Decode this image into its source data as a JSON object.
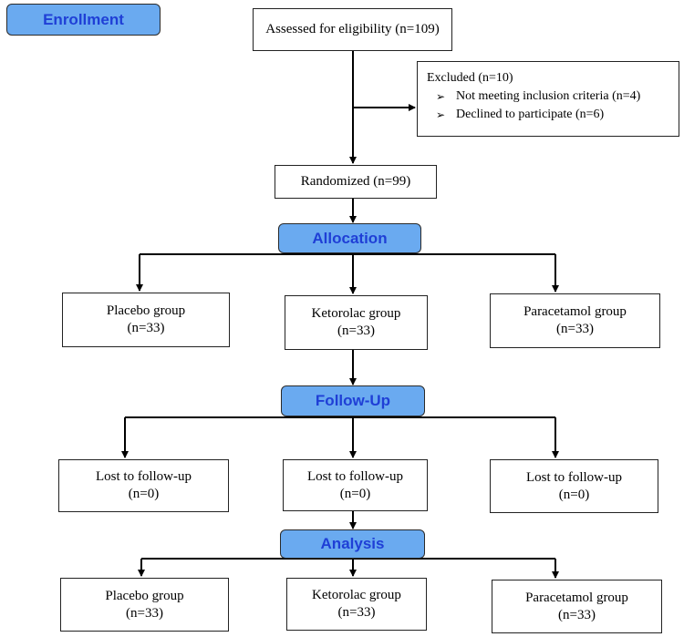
{
  "stages": {
    "enrollment": "Enrollment",
    "allocation": "Allocation",
    "follow_up": "Follow-Up",
    "analysis": "Analysis"
  },
  "assessed": "Assessed for eligibility (n=109)",
  "excluded": {
    "title": "Excluded (n=10)",
    "reasons": [
      "Not meeting inclusion criteria (n=4)",
      "Declined to participate (n=6)"
    ],
    "bullet": "➢"
  },
  "randomized": "Randomized (n=99)",
  "allocation_groups": [
    {
      "name": "Placebo group",
      "n": "(n=33)"
    },
    {
      "name": "Ketorolac group",
      "n": "(n=33)"
    },
    {
      "name": "Paracetamol group",
      "n": "(n=33)"
    }
  ],
  "followup_groups": [
    {
      "name": "Lost to follow-up",
      "n": "(n=0)"
    },
    {
      "name": "Lost to follow-up",
      "n": "(n=0)"
    },
    {
      "name": "Lost to follow-up",
      "n": "(n=0)"
    }
  ],
  "analysis_groups": [
    {
      "name": "Placebo group",
      "n": "(n=33)"
    },
    {
      "name": "Ketorolac group",
      "n": "(n=33)"
    },
    {
      "name": "Paracetamol group",
      "n": "(n=33)"
    }
  ]
}
